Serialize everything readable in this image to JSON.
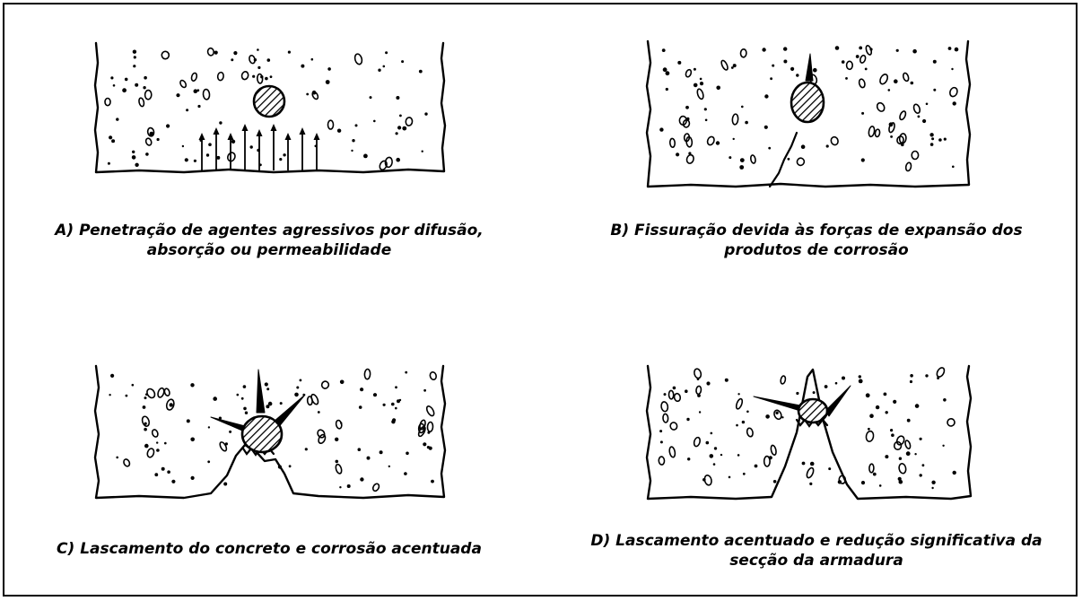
{
  "figure": {
    "panels": [
      {
        "id": "A",
        "caption_lines": [
          "A) Penetração de agentes agressivos por difusão,",
          "absorção ou permeabilidade"
        ]
      },
      {
        "id": "B",
        "caption_lines": [
          "B) Fissuração devida às forças de expansão dos",
          "produtos de corrosão"
        ]
      },
      {
        "id": "C",
        "caption_lines": [
          "C) Lascamento do concreto e corrosão acentuada"
        ]
      },
      {
        "id": "D",
        "caption_lines": [
          "D) Lascamento acentuado e redução significativa da",
          "secção da armadura"
        ]
      }
    ]
  },
  "colors": {
    "ink": "#000000",
    "background": "#ffffff"
  }
}
